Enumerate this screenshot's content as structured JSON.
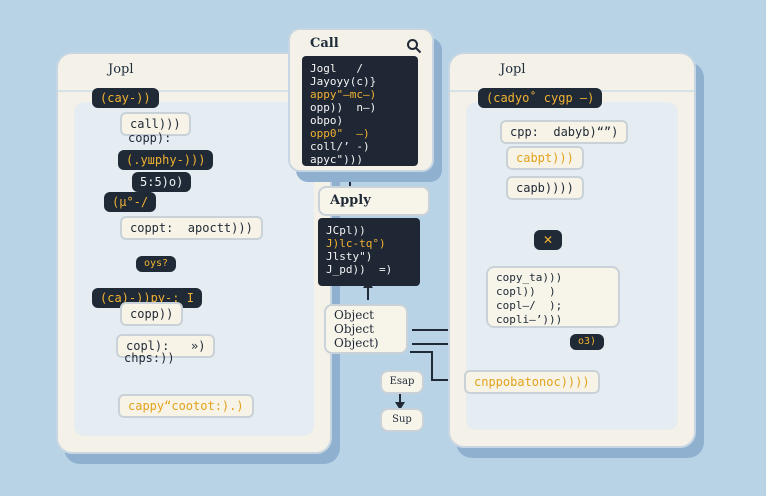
{
  "left_window": {
    "title": "Jopl",
    "items": {
      "a": "(cay-))",
      "b": "call)))",
      "c": "copp):",
      "d": "(.ушphy-)))",
      "e": "5:5)o)",
      "f": "(µ°-/",
      "g": "coppt:  apoctt)))",
      "h": "oys?",
      "i": "(ca)-))py-:  I",
      "j": "copp))",
      "k": "copl):   »)",
      "l": "chps:))",
      "m": "cappy“cootot:).)"
    }
  },
  "call_window": {
    "title": "Call",
    "code": [
      "Jogl   /",
      "Jayoyy(c)}",
      "appy\"—mc—)",
      "opp))  n—)",
      "obpo)",
      "opp0\"  —)",
      "coll/’ -)",
      "apyc\")))"
    ]
  },
  "apply_box": {
    "label": "Apply",
    "code": [
      "JCpl))",
      "J)lc-tq°)",
      "Jlsty\")",
      "J_pd))  =)"
    ]
  },
  "object_box": {
    "lines": [
      "Object",
      "Object",
      "Object)"
    ]
  },
  "esp_box": {
    "label": "Esap"
  },
  "sup_box": {
    "label": "Sup"
  },
  "right_window": {
    "title": "Jopl",
    "items": {
      "a": "(cadyo˚ cygp —)",
      "b": "cpp:  dabyb)“”)",
      "c": "cabpt)))",
      "d": "capb))))",
      "merge": "✕",
      "e": [
        "copy_ta)))",
        "copl))  )",
        "copl—/  );",
        "copli—’)))"
      ],
      "f": "o3)",
      "g": "cnppobatonoc))))"
    }
  }
}
